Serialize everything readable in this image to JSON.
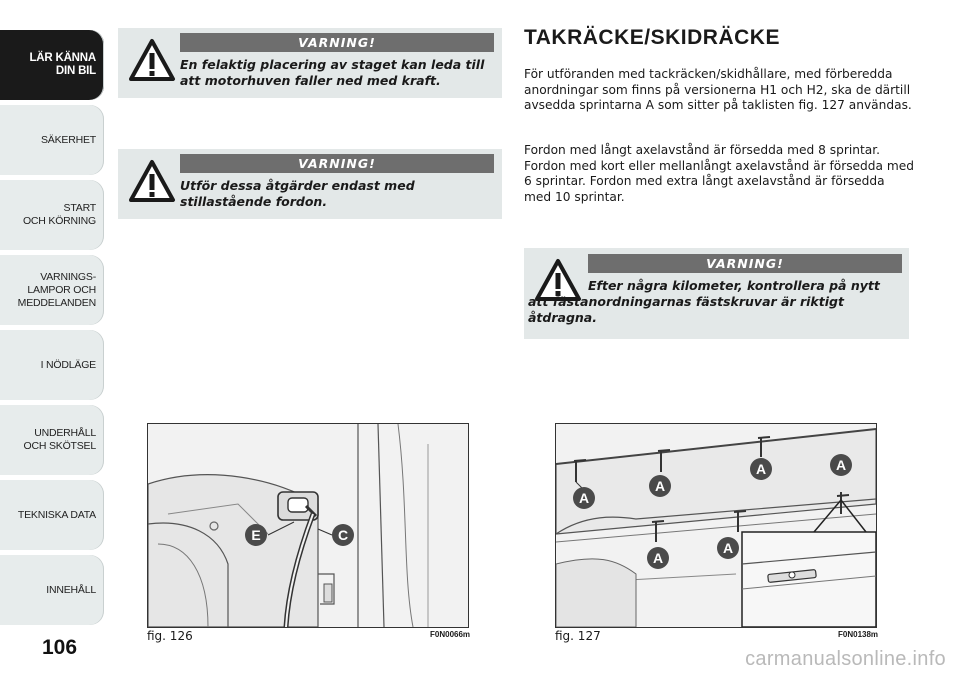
{
  "sidebar": {
    "tabs": [
      {
        "label": "LÄR KÄNNA\nDIN BIL",
        "active": true
      },
      {
        "label": "SÄKERHET",
        "active": false
      },
      {
        "label": "START\nOCH KÖRNING",
        "active": false
      },
      {
        "label": "VARNINGS-\nLAMPOR OCH\nMEDDELANDEN",
        "active": false
      },
      {
        "label": "I NÖDLÄGE",
        "active": false
      },
      {
        "label": "UNDERHÅLL\nOCH SKÖTSEL",
        "active": false
      },
      {
        "label": "TEKNISKA DATA",
        "active": false
      },
      {
        "label": "INNEHÅLL",
        "active": false
      }
    ]
  },
  "page_number": "106",
  "warnings": [
    {
      "title": "VARNING!",
      "text": "En felaktig placering av staget kan leda till att motorhuven faller ned med kraft."
    },
    {
      "title": "VARNING!",
      "text": "Utför dessa åtgärder endast med stillastående fordon."
    },
    {
      "title": "VARNING!",
      "text": "Efter några kilometer, kontrollera på nytt att fästanordningarnas fästskruvar är riktigt åtdragna."
    }
  ],
  "section": {
    "heading": "TAKRÄCKE/SKIDRÄCKE",
    "paragraphs": [
      "För utföranden med tackräcken/skidhållare, med förberedda anordningar som finns på versionerna H1 och H2, ska de därtill avsedda sprintarna A som sitter på taklisten fig. 127 användas.",
      "Fordon med långt axelavstånd är försedda med 8 sprintar. Fordon med kort eller mellanlångt axelavstånd är försedda med 6 sprintar. Fordon med extra långt axelavstånd är försedda med 10 sprintar."
    ]
  },
  "figures": [
    {
      "caption": "fig. 126",
      "code": "F0N0066m",
      "callouts": [
        "E",
        "C"
      ]
    },
    {
      "caption": "fig. 127",
      "code": "F0N0138m",
      "callouts": [
        "A",
        "A",
        "A",
        "A",
        "A",
        "A"
      ]
    }
  ],
  "watermark": "carmanualsonline.info",
  "colors": {
    "warning_bar": "#6e6e6e",
    "warning_bg": "#e3e8e8",
    "tab_bg": "#e7ecec",
    "tab_active": "#1a1a1a",
    "callout": "#4a4a4a"
  }
}
